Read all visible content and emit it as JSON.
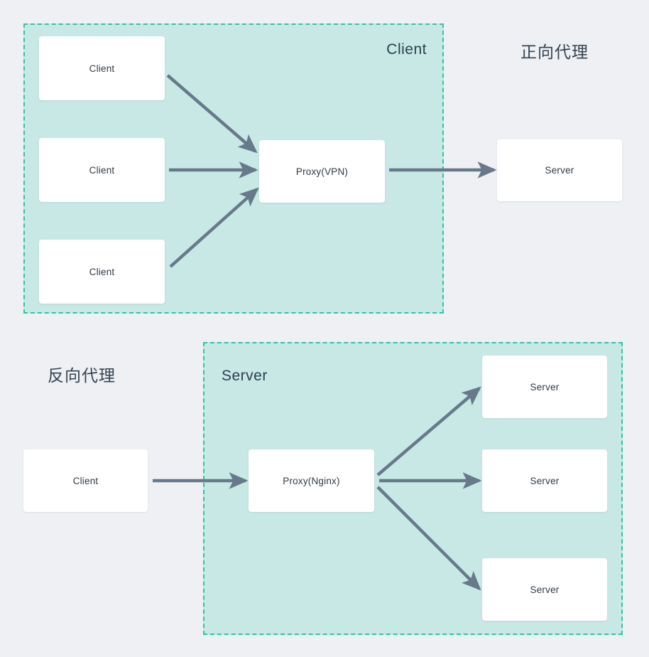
{
  "diagram": {
    "title_forward_proxy": "正向代理",
    "title_reverse_proxy": "反向代理",
    "colors": {
      "page_background": "#eef0f4",
      "region_fill": "#c7e8e5",
      "region_border": "#2ec6a6",
      "node_fill": "#ffffff",
      "arrow": "#67798a",
      "text": "#2f3b45"
    },
    "forward_proxy": {
      "region_label": "Client",
      "nodes": {
        "client_1": "Client",
        "client_2": "Client",
        "client_3": "Client",
        "proxy": "Proxy(VPN)",
        "server": "Server"
      },
      "edges": [
        {
          "from": "client_1",
          "to": "proxy"
        },
        {
          "from": "client_2",
          "to": "proxy"
        },
        {
          "from": "client_3",
          "to": "proxy"
        },
        {
          "from": "proxy",
          "to": "server"
        }
      ]
    },
    "reverse_proxy": {
      "region_label": "Server",
      "nodes": {
        "client": "Client",
        "proxy": "Proxy(Nginx)",
        "server_1": "Server",
        "server_2": "Server",
        "server_3": "Server"
      },
      "edges": [
        {
          "from": "client",
          "to": "proxy"
        },
        {
          "from": "proxy",
          "to": "server_1"
        },
        {
          "from": "proxy",
          "to": "server_2"
        },
        {
          "from": "proxy",
          "to": "server_3"
        }
      ]
    }
  }
}
